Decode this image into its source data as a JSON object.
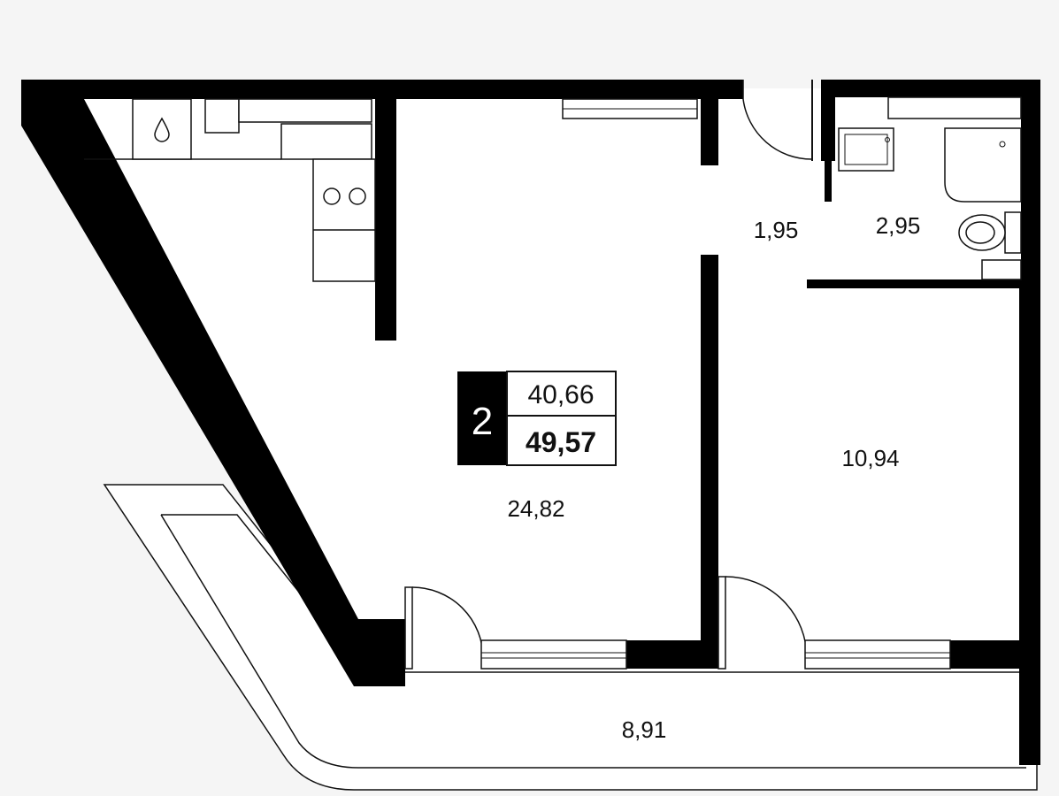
{
  "colors": {
    "background": "#f5f5f5",
    "floor": "#ffffff",
    "wall": "#000000",
    "line": "#111111"
  },
  "legend": {
    "rooms_count": "2",
    "living_area": "40,66",
    "total_area": "49,57"
  },
  "rooms": {
    "kitchen_living": "24,82",
    "bedroom": "10,94",
    "hallway": "1,95",
    "bathroom": "2,95",
    "balcony": "8,91"
  },
  "icons": [
    "sink-icon",
    "stove-icon",
    "washbasin-icon",
    "shower-icon",
    "toilet-icon",
    "door-icon"
  ]
}
